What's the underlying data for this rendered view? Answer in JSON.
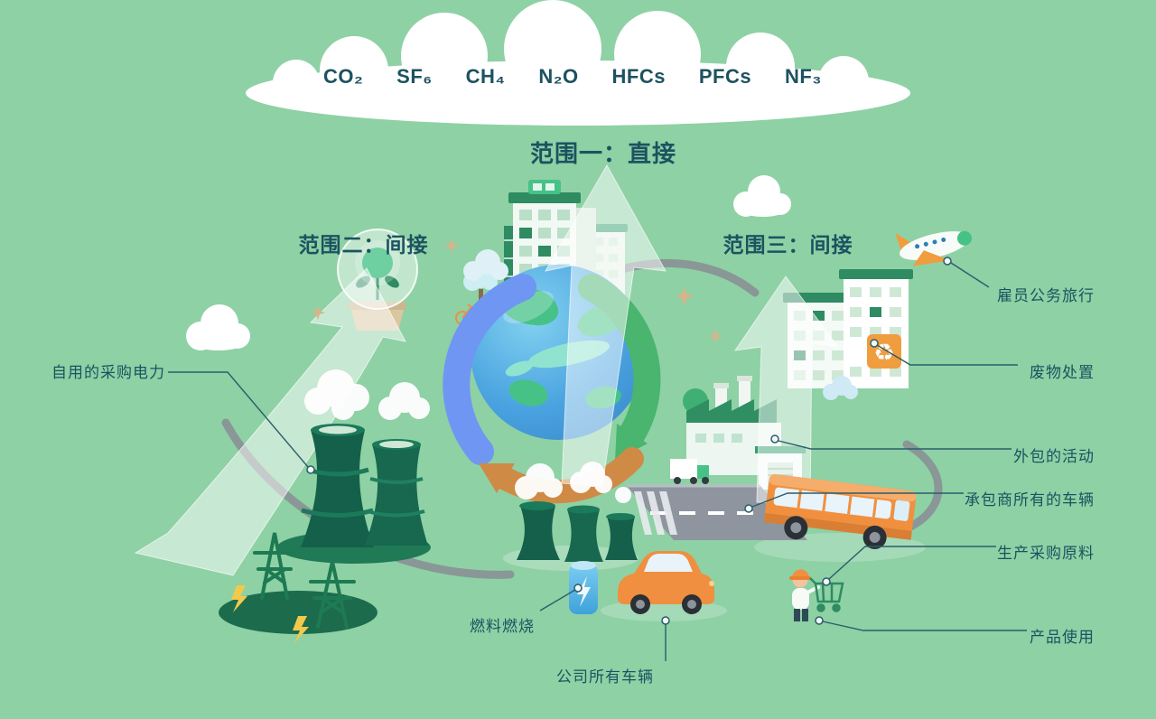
{
  "colors": {
    "background": "#8ed1a5",
    "text": "#1d5260",
    "line": "#2b5d6b",
    "cloud": "#ffffff",
    "dark-green": "#14604a",
    "mid-green": "#2e8b62",
    "bright-green": "#46c287",
    "orange": "#ef8f3f",
    "blue": "#4fb0e6",
    "arrow-white": "rgba(255,255,255,0.5)"
  },
  "cloud_gases": [
    "CO₂",
    "SF₆",
    "CH₄",
    "N₂O",
    "HFCs",
    "PFCs",
    "NF₃"
  ],
  "scopes": {
    "scope1_label": "范围一：直接",
    "scope2_label": "范围二：间接",
    "scope3_label": "范围三：间接"
  },
  "callouts": {
    "purchased_electricity": "自用的采购电力",
    "fuel_combustion": "燃料燃烧",
    "company_vehicles": "公司所有车辆",
    "employee_travel": "雇员公务旅行",
    "waste_disposal": "废物处置",
    "outsourced_activities": "外包的活动",
    "contractor_vehicles": "承包商所有的车辆",
    "purchased_materials": "生产采购原料",
    "product_use": "产品使用"
  },
  "icons": {
    "recycle": "♻"
  }
}
